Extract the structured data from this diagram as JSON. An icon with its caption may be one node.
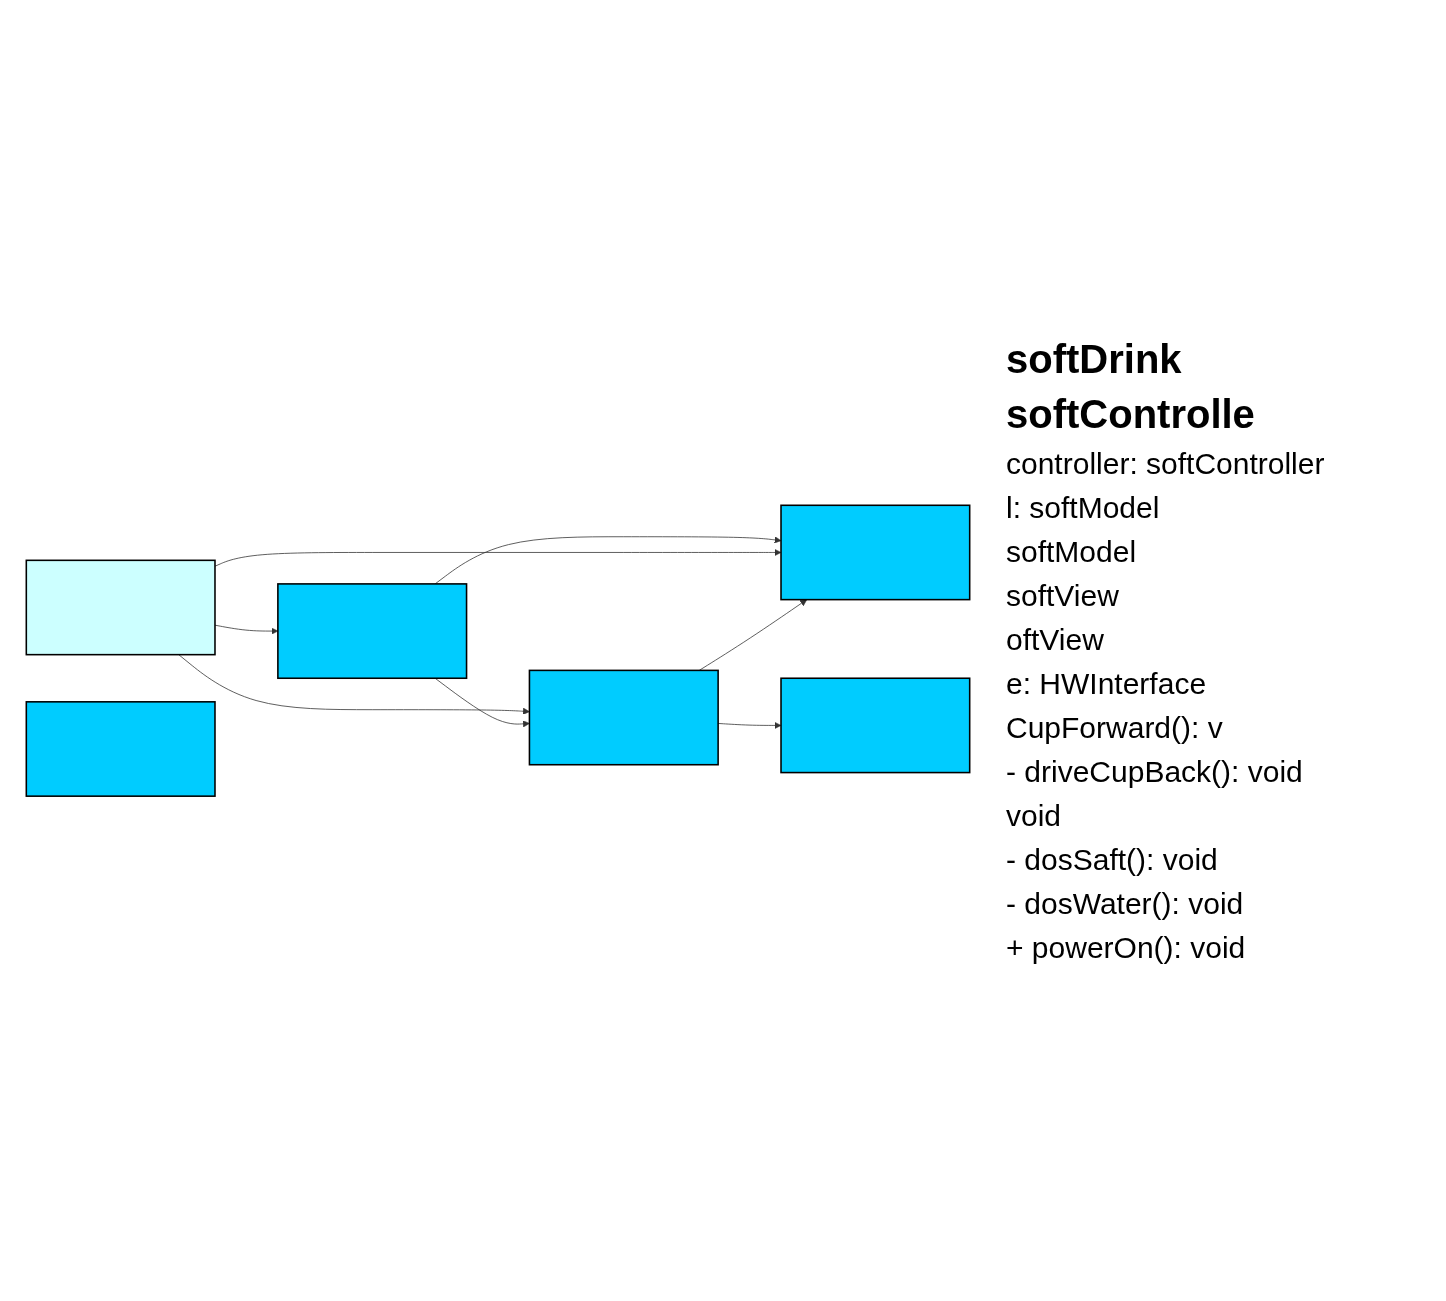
{
  "diagram": {
    "nodes": [
      {
        "text": [],
        "shape": "box"
      },
      {
        "text": [],
        "shape": "box"
      },
      {
        "text": [],
        "shape": "box"
      },
      {
        "text": [],
        "shape": "box"
      },
      {
        "text": [],
        "shape": "box"
      },
      {
        "text": [],
        "shape": "box"
      }
    ],
    "edges": [
      {
        "from": 0,
        "to": 1,
        "arrow": "to"
      },
      {
        "from": 1,
        "to": 2,
        "arrow": "to"
      },
      {
        "from": 0,
        "to": 2,
        "arrow": "to"
      },
      {
        "from": 0,
        "to": 4,
        "arrow": "to"
      },
      {
        "from": 1,
        "to": 4,
        "arrow": "to"
      },
      {
        "from": 4,
        "to": 2,
        "arrow": "to"
      },
      {
        "from": 4,
        "to": 3,
        "arrow": "to"
      }
    ],
    "labels": [
      "softDrink",
      "softControlle",
      "controller: softController",
      "l: softModel",
      "softModel",
      "softView",
      "oftView",
      "e: HWInterface",
      "CupForward(): v",
      "- driveCupBack(): void",
      "void",
      "- dosSaft(): void",
      "- dosWater(): void",
      "+ powerOn(): void"
    ]
  }
}
